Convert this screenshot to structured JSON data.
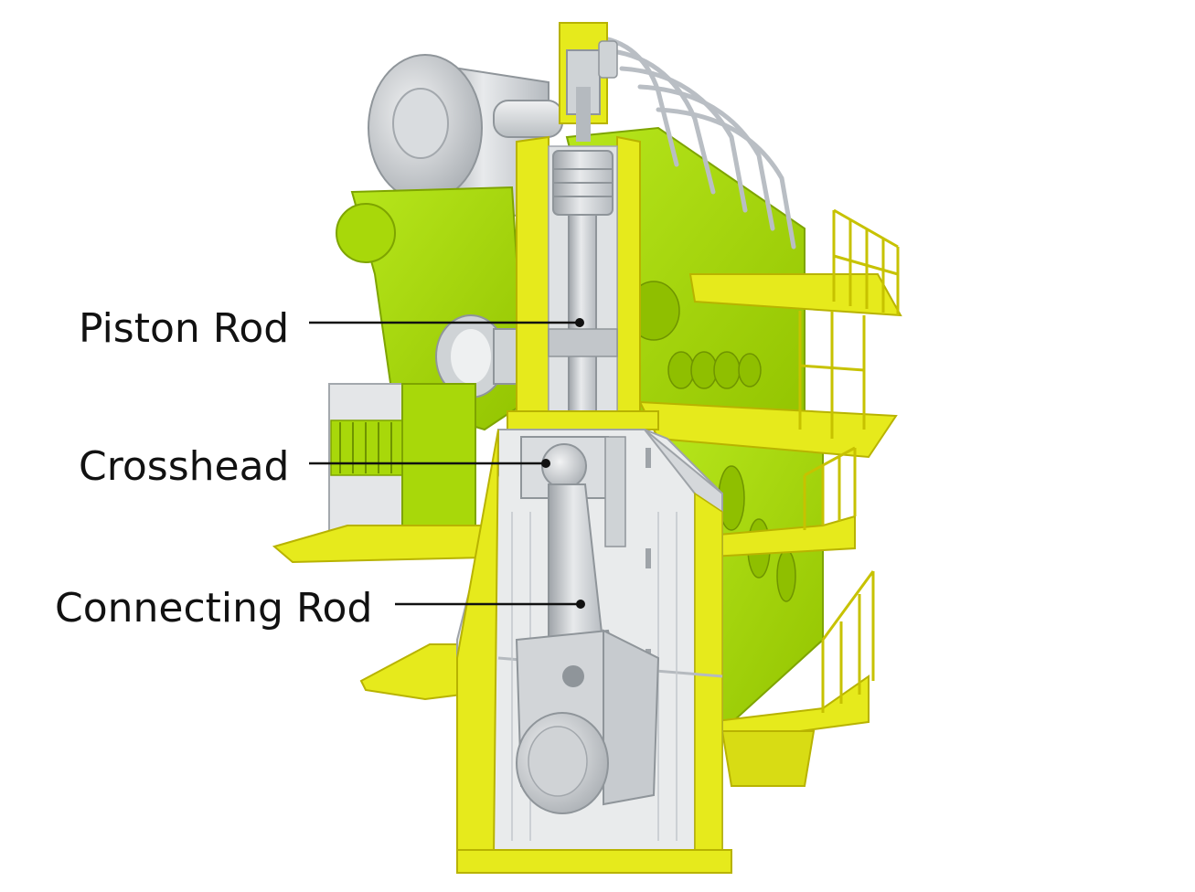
{
  "labels": {
    "piston_rod": "Piston Rod",
    "crosshead": "Crosshead",
    "connecting_rod": "Connecting Rod"
  },
  "colors": {
    "lime": "#a8d80a",
    "lime_dark": "#86b000",
    "yellow": "#e6ea1c",
    "yellow_dark": "#c9c400",
    "steel": "#cfd3d6",
    "steel_dark": "#9ea3a8",
    "steel_light": "#e7e9eb",
    "leader": "#111111"
  }
}
